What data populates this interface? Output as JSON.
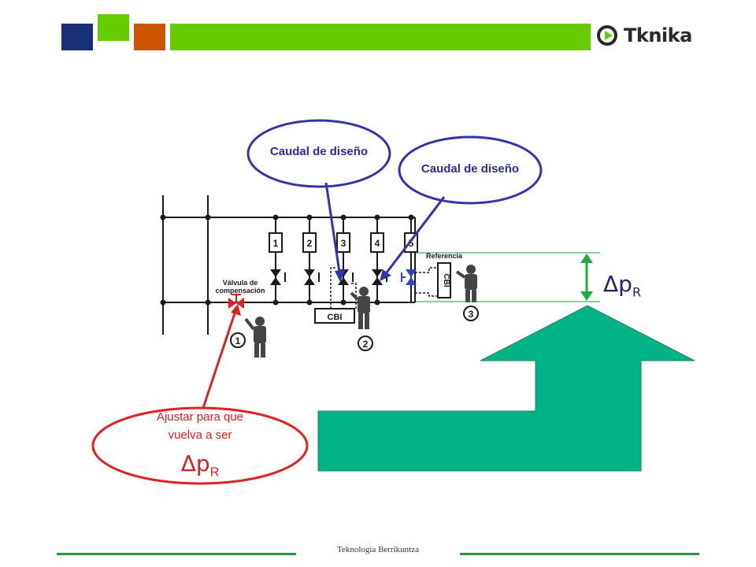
{
  "header": {
    "brand_name": "Tknika",
    "colors": {
      "navy": "#1a3178",
      "lime": "#66cc00",
      "orange": "#cc5500",
      "bar": "#66cc00"
    }
  },
  "diagram": {
    "valve_labels": [
      "1",
      "2",
      "3",
      "4",
      "5"
    ],
    "compensation_valve_label_line1": "Válvula de",
    "compensation_valve_label_line2": "compensación",
    "reference_label": "Referencia",
    "cbi_label": "CBI",
    "cbi_ref_label": "CBI",
    "person_labels": [
      "1",
      "2",
      "3"
    ],
    "callout_design_flow_1": "Caudal de diseño",
    "callout_design_flow_2": "Caudal de diseño",
    "callout_adjust_line1": "Ajustar para que",
    "callout_adjust_line2": "vuelva a ser",
    "dp_symbol": "Δp",
    "dp_subscript": "R",
    "colors": {
      "blue": "#3333aa",
      "red": "#dd2222",
      "green": "#00b386",
      "arrow_green": "#22aa44"
    }
  },
  "footer": {
    "text": "Teknologia Berrikuntza"
  }
}
